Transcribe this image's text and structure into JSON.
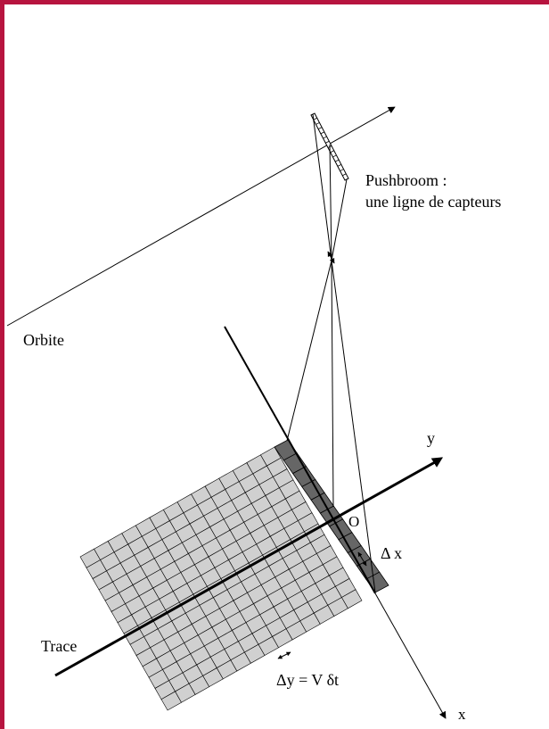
{
  "colors": {
    "frame_border": "#b7143f",
    "cell_fill": "#d0d0d0",
    "sensor_fill": "#666666",
    "line": "#000000"
  },
  "labels": {
    "pushbroom_line1": "Pushbroom :",
    "pushbroom_line2": "une ligne de capteurs",
    "orbite": "Orbite",
    "trace": "Trace",
    "axis_y": "y",
    "axis_x": "x",
    "origin": "O",
    "delta_x": "Δ x",
    "delta_y": "Δy = V δt"
  }
}
